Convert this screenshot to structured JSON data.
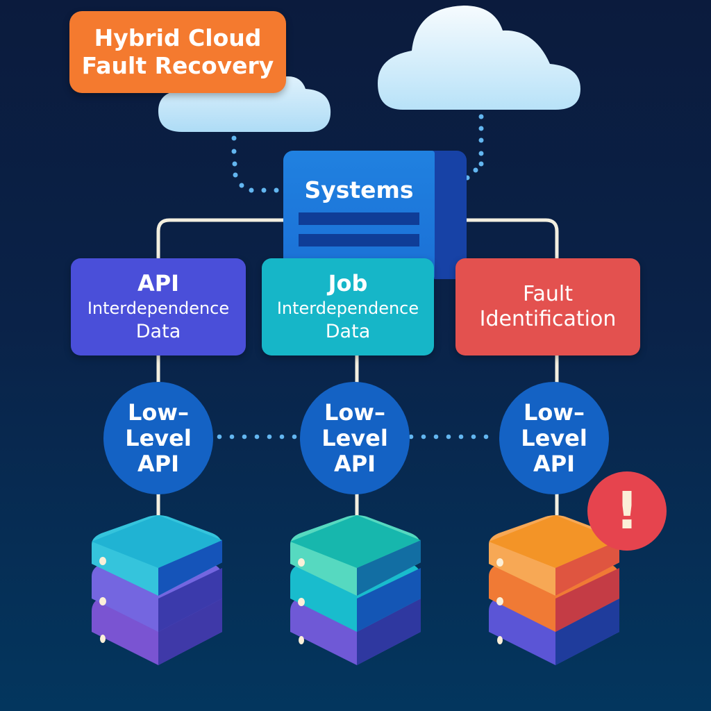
{
  "title": {
    "line1": "Hybrid Cloud",
    "line2": "Fault Recovery"
  },
  "clouds": [
    {
      "name": "cloud-left",
      "color": "#cfe9fb"
    },
    {
      "name": "cloud-right",
      "color": "#e3f3fd"
    }
  ],
  "systems": {
    "label": "Systems",
    "color": "#1f7ddc"
  },
  "data_boxes": [
    {
      "title": "API",
      "line2": "Interdependence",
      "line3": "Data",
      "color": "#4a4fd9"
    },
    {
      "title": "Job",
      "line2": "Interdependence",
      "line3": "Data",
      "color": "#16b6c8"
    },
    {
      "title": "Fault",
      "line2": "Identification",
      "color": "#e3514f"
    }
  ],
  "low_level_nodes": [
    {
      "line1": "Low–",
      "line2": "Level",
      "line3": "API"
    },
    {
      "line1": "Low–",
      "line2": "Level",
      "line3": "API"
    },
    {
      "line1": "Low–",
      "line2": "Level",
      "line3": "API"
    }
  ],
  "server_stacks": [
    {
      "name": "server-stack-api",
      "layers": [
        "cyan",
        "purple",
        "violet"
      ]
    },
    {
      "name": "server-stack-job",
      "layers": [
        "teal-green",
        "cyan",
        "purple"
      ]
    },
    {
      "name": "server-stack-fault",
      "layers": [
        "orange",
        "orange-red",
        "indigo"
      ],
      "status": "fault"
    }
  ],
  "alert": {
    "icon": "exclamation-icon",
    "glyph": "!",
    "color": "#e6444e"
  },
  "colors": {
    "connector": "#f3efe0",
    "dotted": "#63b6f0",
    "background": "#0b1b3d"
  }
}
